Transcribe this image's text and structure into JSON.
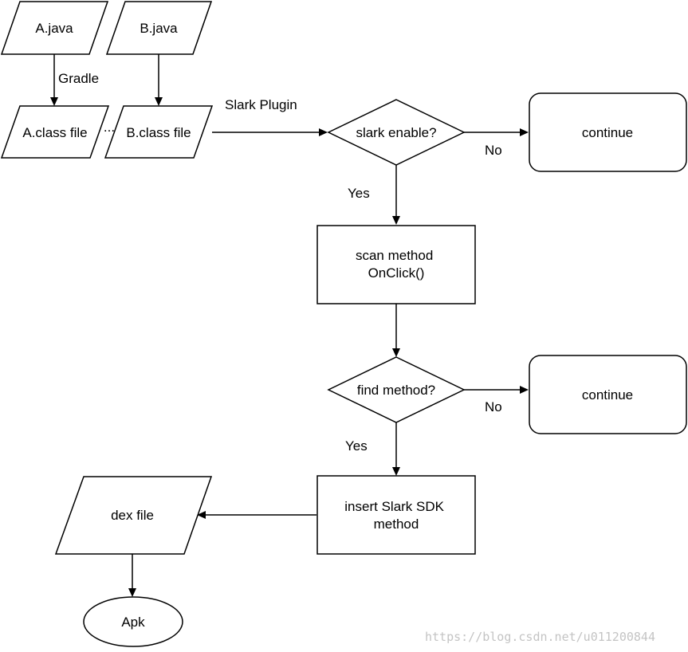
{
  "nodes": {
    "a_java": "A.java",
    "b_java": "B.java",
    "a_class": "A.class file",
    "ellipsis": "...",
    "b_class": "B.class file",
    "slark_enable": "slark enable?",
    "continue_1": "continue",
    "scan_method": [
      "scan method",
      "OnClick()"
    ],
    "find_method": "find method?",
    "continue_2": "continue",
    "insert_sdk": [
      "insert Slark SDK",
      "method"
    ],
    "dex_file": "dex file",
    "apk": "Apk"
  },
  "edges": {
    "gradle": "Gradle",
    "slark_plugin": "Slark Plugin",
    "no_1": "No",
    "yes_1": "Yes",
    "no_2": "No",
    "yes_2": "Yes"
  },
  "watermark": "https://blog.csdn.net/u011200844"
}
